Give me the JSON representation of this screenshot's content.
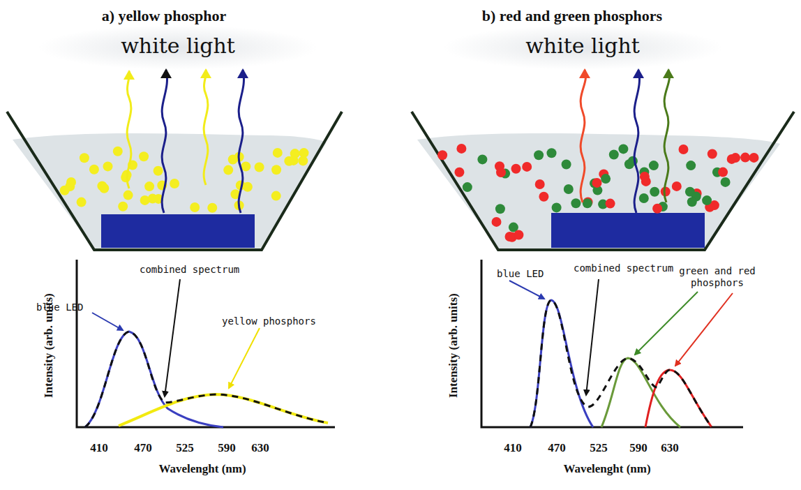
{
  "diagram": {
    "labels": [
      "a)  yellow phosphor",
      "b) red and green phosphors",
      "white light",
      "white light",
      "Intensity (arb. units)",
      "blue LED",
      "combined spectrum",
      "yellow phosphors",
      "410",
      "470",
      "525",
      "590",
      "630",
      "Wavelenght (nm)",
      "Intensity (arb. units)",
      "blue LED",
      "combined spectrum",
      "green and red phosphors",
      "410",
      "470",
      "525",
      "590",
      "630",
      "Wavelenght (nm)"
    ]
  }
}
